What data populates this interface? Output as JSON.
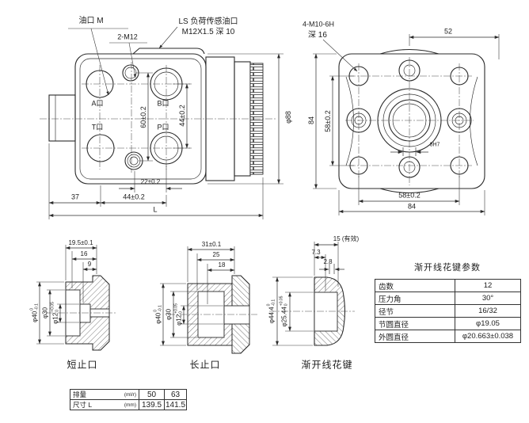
{
  "page": {
    "background": "#ffffff",
    "ink": "#2a2a2a"
  },
  "side_view": {
    "callouts": {
      "oil_port": "油口 M",
      "threads": "2-M12",
      "ls_line1": "LS 负荷传感油口",
      "ls_line2": "M12X1.5 深 10"
    },
    "ports": {
      "a": "A口",
      "b": "B口",
      "t": "T口",
      "p": "P口"
    },
    "dims": {
      "v60": "60±0.2",
      "v44": "44±0.2",
      "h22": "22±0.2",
      "h37": "37",
      "h44": "44±0.2",
      "total": "L",
      "dia": "φ88"
    }
  },
  "front_view": {
    "callouts": {
      "bolt1": "4-M10-6H",
      "bolt2": "深 16",
      "slot": "8H7"
    },
    "dims": {
      "top52": "52",
      "left84": "84",
      "left58": "58±0.2",
      "bottom58": "58±0.2",
      "bottom84": "84"
    }
  },
  "sections": [
    {
      "title": "短止口",
      "width_dims": [
        "19.5±0.1",
        "16",
        "9"
      ],
      "dia_dims": [
        {
          "v": "φ40",
          "up": "0",
          "dn": "-0.1"
        },
        {
          "v": "φ30",
          "up": "",
          "dn": ""
        },
        {
          "v": "φ12",
          "up": "+0.05",
          "dn": "0"
        }
      ]
    },
    {
      "title": "长止口",
      "width_dims": [
        "31±0.1",
        "25",
        "18"
      ],
      "dia_dims": [
        {
          "v": "φ40",
          "up": "0",
          "dn": "-0.1"
        },
        {
          "v": "φ30",
          "up": "",
          "dn": ""
        },
        {
          "v": "φ12",
          "up": "+0.05",
          "dn": "0"
        }
      ]
    },
    {
      "title": "渐开线花键",
      "width_dims": [
        "15 (有效)",
        "7.3",
        "2.8"
      ],
      "dia_dims": [
        {
          "v": "φ44.4",
          "up": "0",
          "dn": "-0.1"
        },
        {
          "v": "φ25.44",
          "up": "+0.05",
          "dn": "0"
        }
      ]
    }
  ],
  "spline_table": {
    "title": "渐开线花键参数",
    "rows": [
      {
        "label": "齿数",
        "value": "12"
      },
      {
        "label": "压力角",
        "value": "30°"
      },
      {
        "label": "径节",
        "value": "16/32"
      },
      {
        "label": "节圆直径",
        "value": "φ19.05"
      },
      {
        "label": "外圆直径",
        "value": "φ20.663±0.038"
      }
    ]
  },
  "size_table": {
    "rows": [
      {
        "label": "排量",
        "unit": "(ml/r)",
        "values": [
          "50",
          "63"
        ]
      },
      {
        "label": "尺寸 L",
        "unit": "(mm)",
        "values": [
          "139.5",
          "141.5"
        ]
      }
    ]
  }
}
